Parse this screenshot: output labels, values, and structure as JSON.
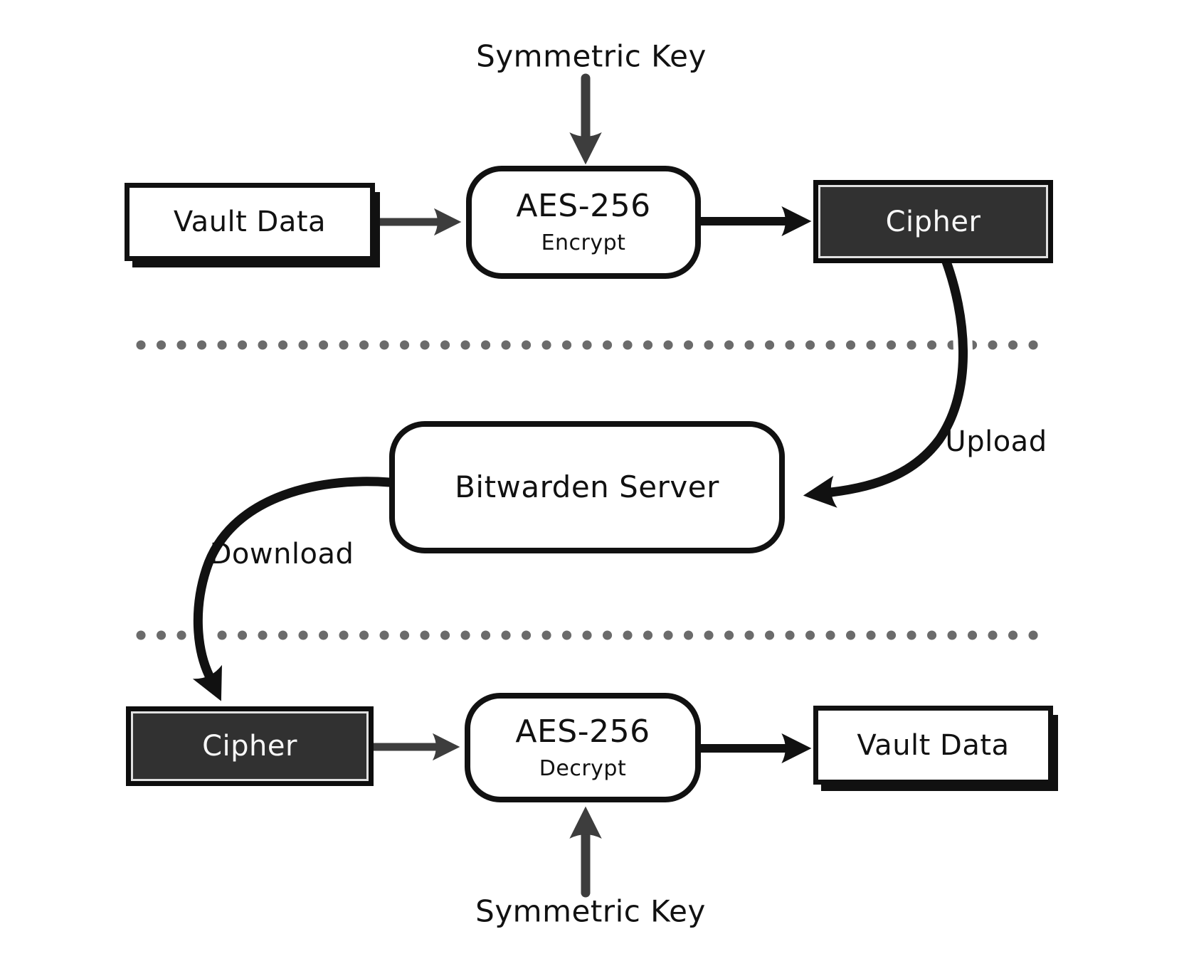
{
  "diagram": {
    "labels": {
      "symmetric_key_top": "Symmetric Key",
      "symmetric_key_bottom": "Symmetric Key",
      "upload": "Upload",
      "download": "Download"
    },
    "boxes": {
      "vault_data_top": "Vault Data",
      "aes_encrypt": {
        "title": "AES-256",
        "subtitle": "Encrypt"
      },
      "cipher_top": "Cipher",
      "server": "Bitwarden Server",
      "cipher_bottom": "Cipher",
      "aes_decrypt": {
        "title": "AES-256",
        "subtitle": "Decrypt"
      },
      "vault_data_bottom": "Vault Data"
    },
    "colors": {
      "ink_black": "#111111",
      "arrow_gray": "#3d3d3d",
      "cipher_fill": "#313131",
      "dot_gray": "#6b6b6b",
      "background": "#ffffff"
    }
  }
}
